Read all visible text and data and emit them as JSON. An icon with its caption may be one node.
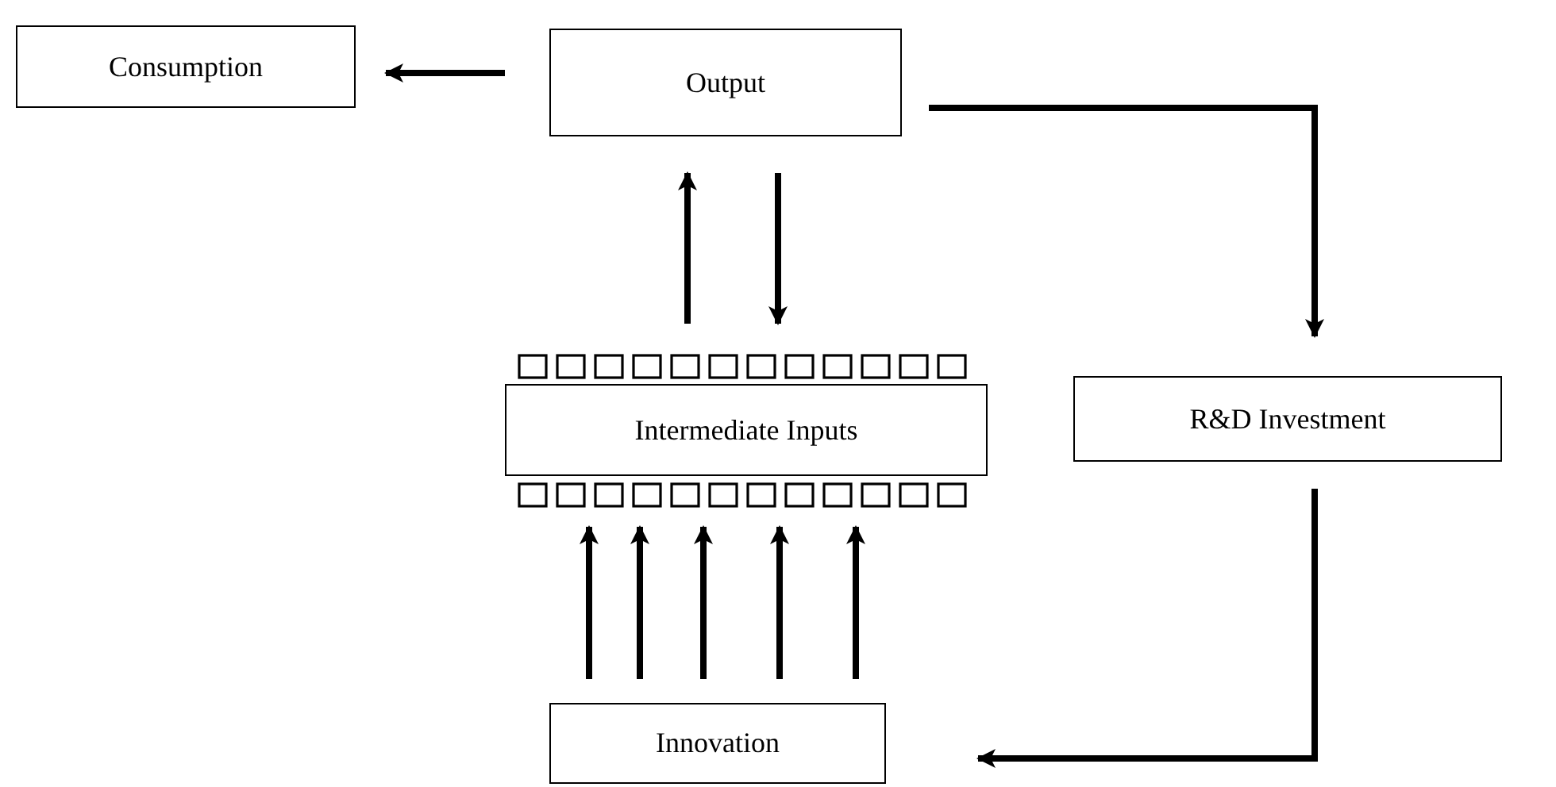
{
  "diagram": {
    "nodes": [
      {
        "text": [
          "Consumption"
        ]
      },
      {
        "text": [
          "Output"
        ]
      },
      {
        "text": [
          "Intermediate Inputs"
        ]
      },
      {
        "text": [
          "R&D Investment"
        ]
      },
      {
        "text": [
          "Innovation"
        ]
      }
    ],
    "edges": [
      {
        "from": 1,
        "to": 0,
        "arrow": "to"
      },
      {
        "from": 2,
        "to": 1,
        "arrow": "to"
      },
      {
        "from": 1,
        "to": 2,
        "arrow": "to"
      },
      {
        "from": 1,
        "to": 3,
        "arrow": "to"
      },
      {
        "from": 3,
        "to": 4,
        "arrow": "to"
      },
      {
        "from": 4,
        "to": 2,
        "arrow": "to"
      },
      {
        "from": 4,
        "to": 2,
        "arrow": "to"
      },
      {
        "from": 4,
        "to": 2,
        "arrow": "to"
      },
      {
        "from": 4,
        "to": 2,
        "arrow": "to"
      },
      {
        "from": 4,
        "to": 2,
        "arrow": "to"
      }
    ]
  }
}
